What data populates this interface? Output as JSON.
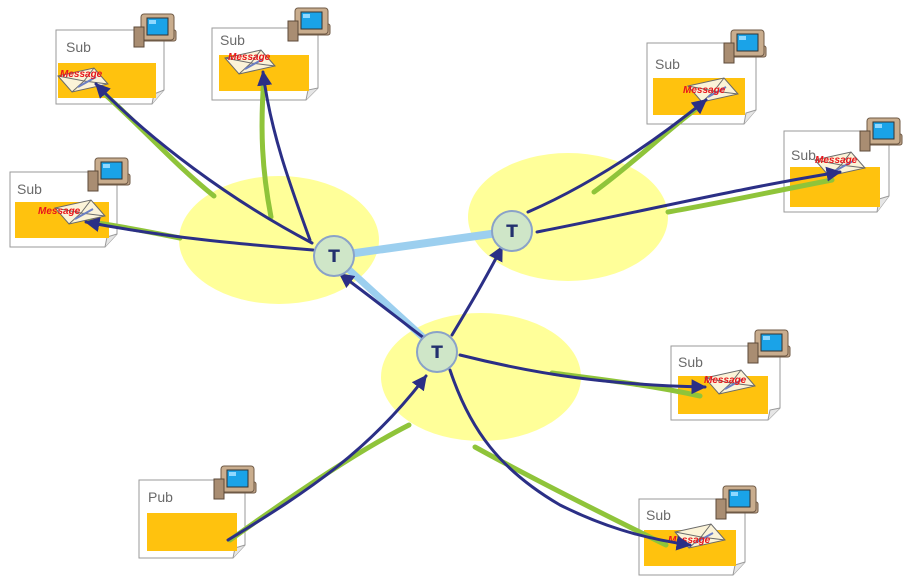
{
  "nodes": {
    "t_left": {
      "label": "T"
    },
    "t_right": {
      "label": "T"
    },
    "t_center": {
      "label": "T"
    }
  },
  "publisher": {
    "label": "Pub"
  },
  "subscribers": [
    {
      "label": "Sub",
      "message": "Message"
    },
    {
      "label": "Sub",
      "message": "Message"
    },
    {
      "label": "Sub",
      "message": "Message"
    },
    {
      "label": "Sub",
      "message": "Message"
    },
    {
      "label": "Sub",
      "message": "Message"
    },
    {
      "label": "Sub",
      "message": "Message"
    },
    {
      "label": "Sub",
      "message": "Message"
    }
  ],
  "colors": {
    "broker_zone": "#ffff99",
    "node_fill": "#cfe6c8",
    "node_stroke": "#8aa2c8",
    "arrow": "#2b2f86",
    "arrow_shadow": "#8fc43a",
    "topic_link": "#9ccfef",
    "payload": "#ffc20e",
    "document_border": "#9a9a9a",
    "message_text": "#e8161c"
  },
  "icons": {
    "computer": "computer-icon",
    "envelope": "envelope-icon",
    "document": "document-icon"
  }
}
